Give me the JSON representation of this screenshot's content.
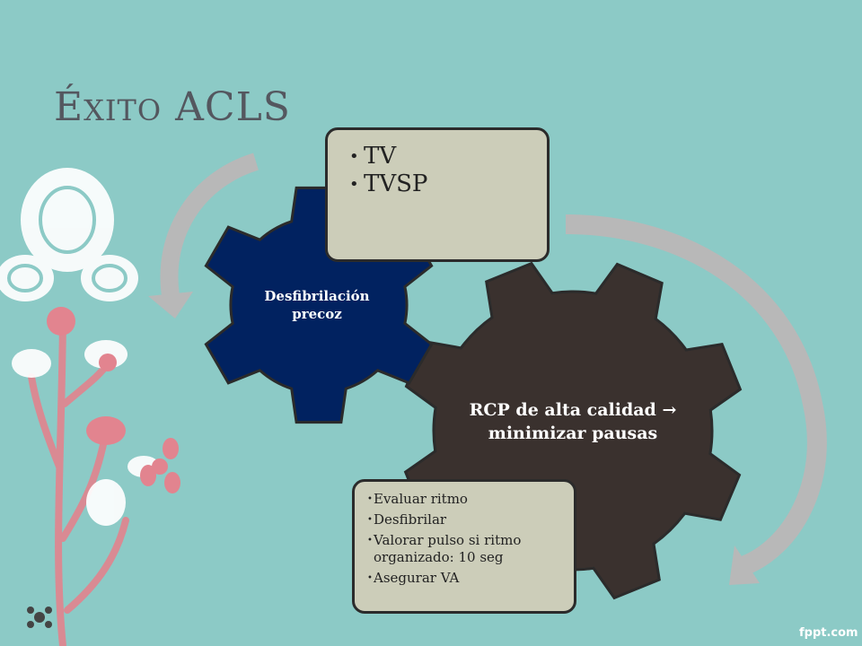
{
  "slide": {
    "title_first": "É",
    "title_rest": "XITO",
    "title_last": "ACLS"
  },
  "gears": {
    "small_label": "Desfibrilación precoz",
    "large_label": "RCP de alta calidad → minimizar pausas"
  },
  "top_box": {
    "items": [
      "TV",
      "TVSP"
    ]
  },
  "bottom_box": {
    "items": [
      "Evaluar  ritmo",
      "Desfibrilar",
      "Valorar pulso si ritmo organizado: 10 seg",
      "Asegurar VA"
    ]
  },
  "brand": "fppt.com",
  "colors": {
    "background": "#8ccac6",
    "small_gear": "#012260",
    "large_gear": "#3a312e",
    "box_fill": "#cccdb9",
    "arrow": "#b8b8b8",
    "flower": "#e2848f"
  }
}
